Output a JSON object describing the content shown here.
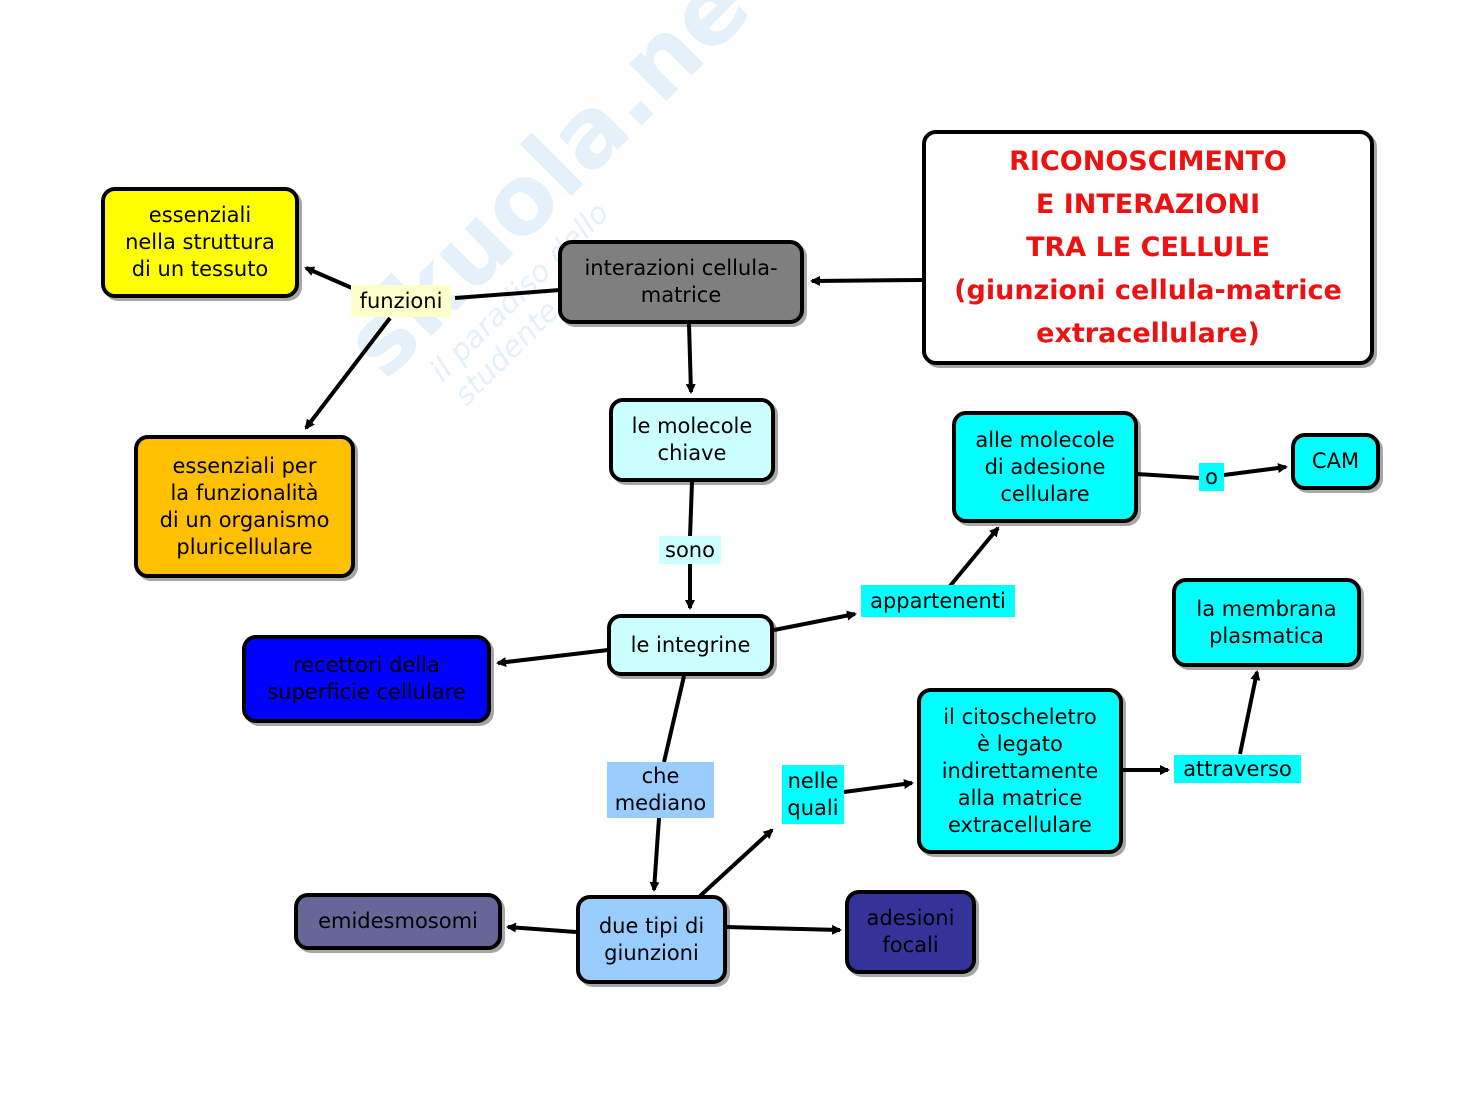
{
  "watermark": {
    "brand": "skuola.net",
    "tagline": "il paradiso dello studente"
  },
  "title": {
    "line1": "RICONOSCIMENTO",
    "line2": "E INTERAZIONI",
    "line3": "TRA LE CELLULE",
    "line4": "(giunzioni cellula-matrice",
    "line5": "extracellulare)"
  },
  "nodes": {
    "interazioni": "interazioni cellula-\nmatrice",
    "strutturaTessuto": "essenziali\nnella struttura\ndi un tessuto",
    "funzionalita": "essenziali per\nla funzionalità\ndi un organismo\npluricellulare",
    "molecoleChiave": "le molecole\nchiave",
    "integrine": "le integrine",
    "recettori": "recettori della\nsuperficie cellulare",
    "molecoleAdesione": "alle molecole\ndi adesione\ncellulare",
    "cam": "CAM",
    "membrana": "la membrana\nplasmatica",
    "citoscheletro": "il citoscheletro\nè legato\nindirettamente\nalla matrice\nextracellulare",
    "dueTipi": "due tipi di\ngiunzioni",
    "emidesmosomi": "emidesmosomi",
    "adesioniFocali": "adesioni\nfocali"
  },
  "labels": {
    "funzioni": "funzioni",
    "sono": "sono",
    "appartenenti": "appartenenti",
    "o": "o",
    "cheMediano": "che\nmediano",
    "nelleQuali": "nelle\nquali",
    "attraverso": "attraverso"
  },
  "colors": {
    "title_text": "#ee1111",
    "gray_node": "#7f7f7f",
    "yellow_node": "#ffff00",
    "orange_node": "#ffc000",
    "pale_cyan_node": "#ccffff",
    "cyan_node": "#00ffff",
    "blue_node": "#0000ff",
    "light_blue_node": "#99ccff",
    "slate_node": "#666699",
    "navy_node": "#333399",
    "label_yellow": "#ffffcc",
    "label_pale_cyan": "#ccffff",
    "label_cyan": "#00ffff",
    "label_light_blue": "#99ccff"
  }
}
